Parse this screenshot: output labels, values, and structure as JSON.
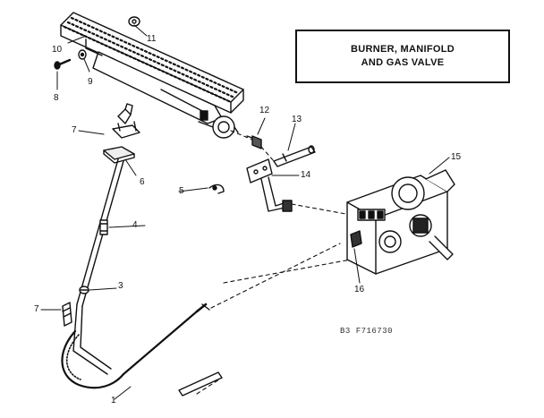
{
  "title": {
    "line1": "BURNER, MANIFOLD",
    "line2": "AND GAS VALVE"
  },
  "part_code": "B3  F716730",
  "callouts": {
    "c1": "1",
    "c3": "3",
    "c4": "4",
    "c5": "5",
    "c6": "6",
    "c7a": "7",
    "c7b": "7",
    "c8": "8",
    "c9": "9",
    "c10": "10",
    "c11": "11",
    "c12": "12",
    "c13": "13",
    "c14": "14",
    "c15": "15",
    "c16": "16"
  }
}
